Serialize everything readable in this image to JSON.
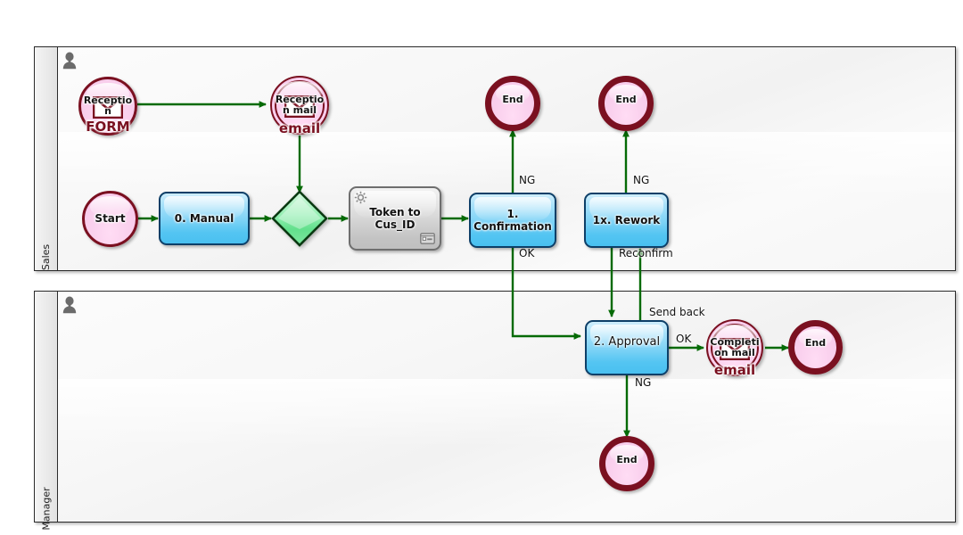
{
  "diagram": {
    "type": "bpmn-workflow",
    "pools": [
      {
        "id": "sales",
        "lane_label": "Sales"
      },
      {
        "id": "manager",
        "lane_label": "Manager"
      }
    ],
    "nodes": [
      {
        "id": "reception_form",
        "kind": "start-message-event",
        "label": "Reception",
        "sub_label": "FORM",
        "lane": "sales"
      },
      {
        "id": "reception_mail",
        "kind": "intermediate-message-event",
        "label": "Reception mail",
        "sub_label": "email",
        "lane": "sales"
      },
      {
        "id": "start",
        "kind": "start-event",
        "label": "Start",
        "sub_label": "",
        "lane": "sales"
      },
      {
        "id": "manual",
        "kind": "user-task",
        "label": "0. Manual",
        "sub_label": "",
        "lane": "sales"
      },
      {
        "id": "gateway",
        "kind": "parallel-gateway",
        "label": "",
        "sub_label": "",
        "lane": "sales"
      },
      {
        "id": "token",
        "kind": "service-task",
        "label": "Token to Cus_ID",
        "sub_label": "",
        "lane": "sales"
      },
      {
        "id": "confirmation",
        "kind": "user-task",
        "label": "1. Confirmation",
        "sub_label": "",
        "lane": "sales"
      },
      {
        "id": "rework",
        "kind": "user-task",
        "label": "1x. Rework",
        "sub_label": "",
        "lane": "sales"
      },
      {
        "id": "end_conf",
        "kind": "end-event",
        "label": "End",
        "sub_label": "",
        "lane": "sales"
      },
      {
        "id": "end_rework",
        "kind": "end-event",
        "label": "End",
        "sub_label": "",
        "lane": "sales"
      },
      {
        "id": "approval",
        "kind": "user-task",
        "label": "2. Approval",
        "sub_label": "",
        "lane": "manager"
      },
      {
        "id": "completion_mail",
        "kind": "intermediate-message-event",
        "label": "Completion mail",
        "sub_label": "email",
        "lane": "manager"
      },
      {
        "id": "end_ok",
        "kind": "end-event",
        "label": "End",
        "sub_label": "",
        "lane": "manager"
      },
      {
        "id": "end_ng",
        "kind": "end-event",
        "label": "End",
        "sub_label": "",
        "lane": "manager"
      }
    ],
    "flow_labels": [
      {
        "id": "conf_ng",
        "text": "NG"
      },
      {
        "id": "conf_ok",
        "text": "OK"
      },
      {
        "id": "rework_ng",
        "text": "NG"
      },
      {
        "id": "reconfirm",
        "text": "Reconfirm"
      },
      {
        "id": "send_back",
        "text": "Send back"
      },
      {
        "id": "approval_ok",
        "text": "OK"
      },
      {
        "id": "approval_ng",
        "text": "NG"
      }
    ],
    "colors": {
      "flow_line": "#046A05",
      "event_border": "#7a1020",
      "event_fill": "#f8d4ef",
      "task_border": "#0d3f68",
      "task_fill": "#6ccdf4",
      "gateway_fill": "#76e39a",
      "gateway_border": "#0a3a12",
      "service_fill": "#cfcfcf",
      "pool_border": "#2b2b2b",
      "sub_label": "#7a1020"
    }
  },
  "node_text": {
    "reception_form_l1": "Receptio",
    "reception_form_l2": "n",
    "reception_form_sub": "FORM",
    "reception_mail_l1": "Receptio",
    "reception_mail_l2": "n mail",
    "reception_mail_sub": "email",
    "start": "Start",
    "manual": "0. Manual",
    "token_l1": "Token to",
    "token_l2": "Cus_ID",
    "confirmation_l1": "1.",
    "confirmation_l2": "Confirmation",
    "rework": "1x. Rework",
    "approval": "2. Approval",
    "completion_l1": "Completi",
    "completion_l2": "on mail",
    "completion_sub": "email",
    "end_conf": "End",
    "end_rework": "End",
    "end_ok": "End",
    "end_ng": "End"
  },
  "labels": {
    "sales": "Sales",
    "manager": "Manager",
    "conf_ng": "NG",
    "conf_ok": "OK",
    "rework_ng": "NG",
    "reconfirm": "Reconfirm",
    "send_back": "Send back",
    "approval_ok": "OK",
    "approval_ng": "NG"
  }
}
